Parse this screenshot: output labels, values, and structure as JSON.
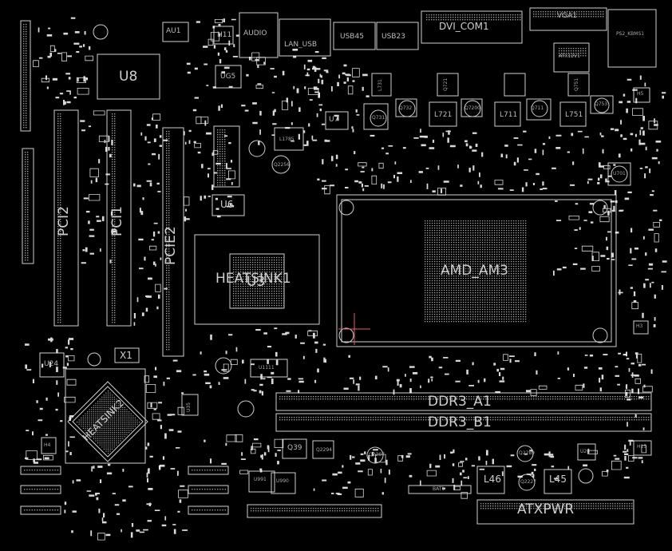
{
  "board": {
    "background": "#000000",
    "outline_color": "#cfcfcf",
    "component_color": "#ffffff",
    "highlight_color": "#e25b6a"
  },
  "labels": {
    "u8": "U8",
    "au1": "AU1",
    "h11": "H11",
    "audio": "AUDIO",
    "lan_usb": "LAN_USB",
    "usb45": "USB45",
    "usb23": "USB23",
    "dvi_com1": "DVI_COM1",
    "vga1": "VGA1",
    "ps2_kbms1": "PS2_KBMS1",
    "atx12v1": "ATX12V1",
    "ug5": "UG5",
    "u7": "U7",
    "l1785": "L1785",
    "q2256": "Q2256",
    "q731": "Q731",
    "l731": "L731",
    "q732": "Q732",
    "l721": "L721",
    "q721": "Q721",
    "q7200": "Q7200",
    "l711": "L711",
    "q711": "Q711",
    "l751": "L751",
    "q751": "Q751",
    "q753": "Q753",
    "u701": "U701",
    "pci2": "PCI2",
    "pci1": "PCI1",
    "pcie2": "PCIE2",
    "u6": "U6",
    "heatsink1": "HEATSINK1",
    "u_chip": "U3",
    "amd_am3": "AMD_AM3",
    "u24": "U24",
    "x1": "X1",
    "heatsink2": "HEATSINK2",
    "u35": "U35",
    "u1111": "U1111",
    "ddr3_a1": "DDR3_A1",
    "ddr3_b1": "DDR3_B1",
    "q39": "Q39",
    "q2294": "Q2294",
    "q2207": "Q2207",
    "u991": "U991",
    "u990": "U990",
    "bat1": "BAT1",
    "l46": "L46",
    "q2289": "Q2289",
    "q2227": "Q2227",
    "l45": "L45",
    "u20": "U20",
    "atx_pwr": "ATXPWR",
    "h15": "H15",
    "h4": "H4",
    "h3": "H3",
    "h5": "H5"
  }
}
